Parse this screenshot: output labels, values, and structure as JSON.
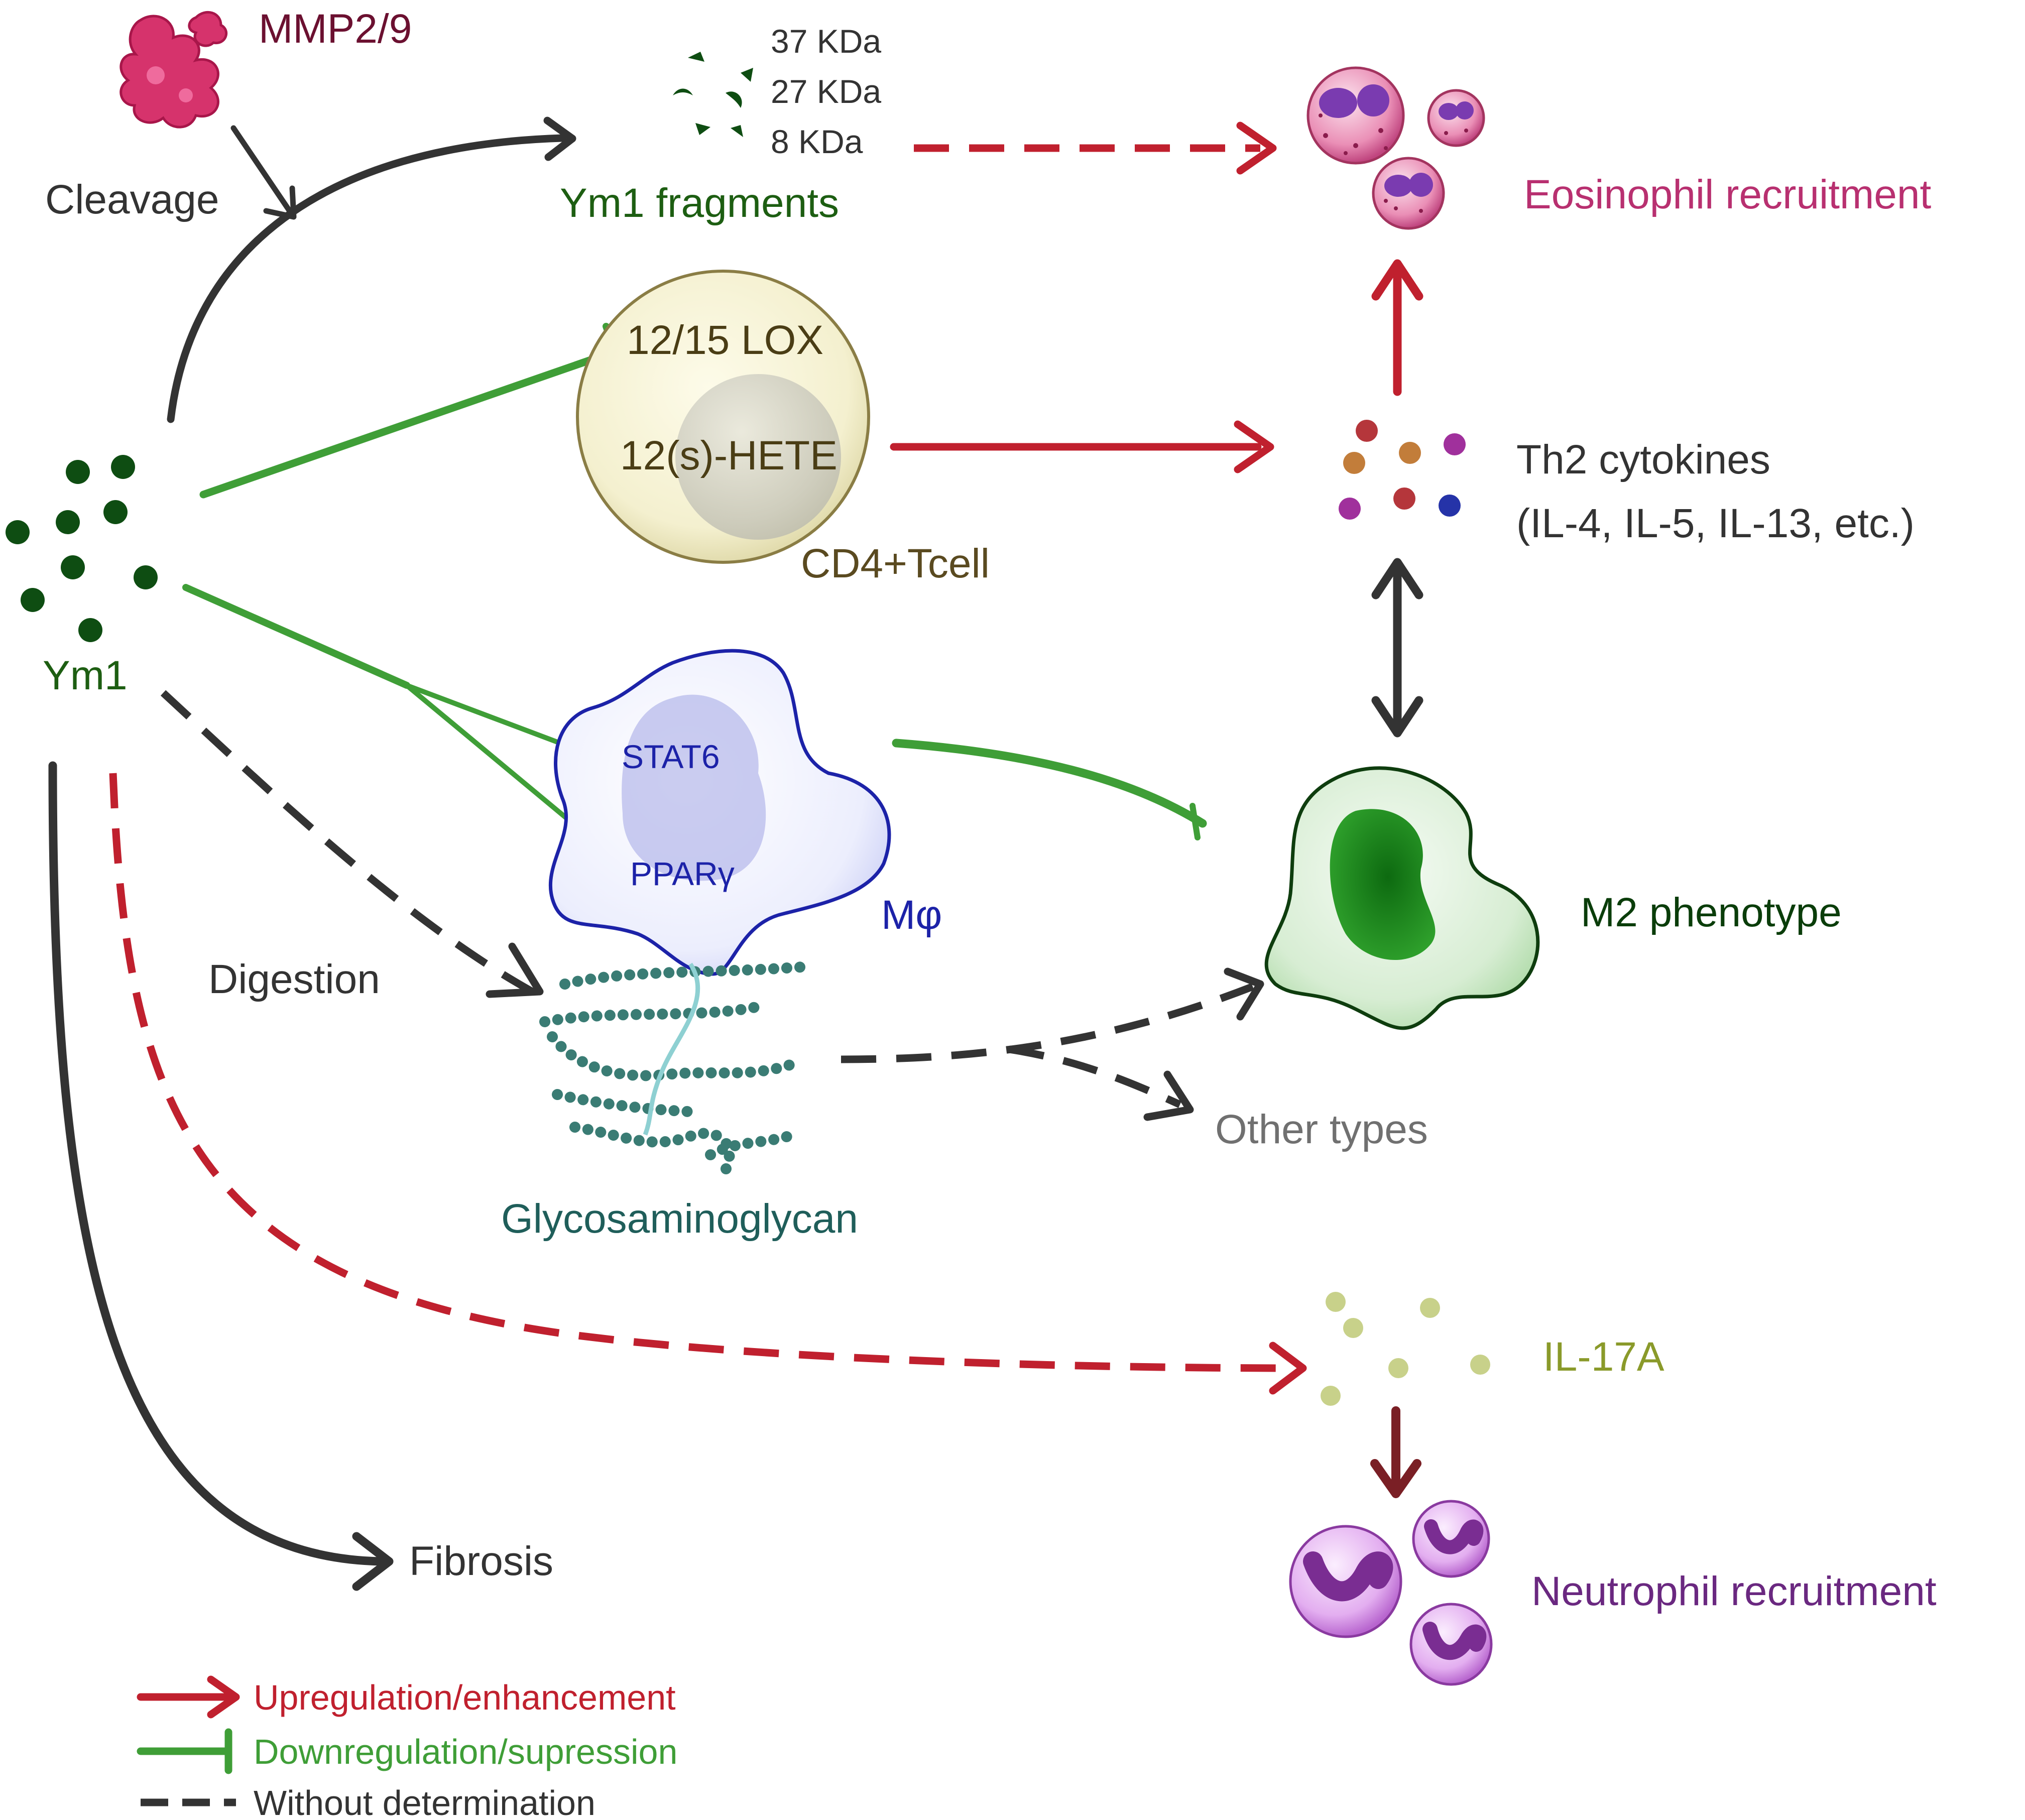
{
  "labels": {
    "mmp": "MMP2/9",
    "cleavage": "Cleavage",
    "kda37": "37 KDa",
    "kda27": "27 KDa",
    "kda8": "8 KDa",
    "fragments": "Ym1 fragments",
    "eosinophil": "Eosinophil recruitment",
    "lox": "12/15 LOX",
    "hete": "12(s)-HETE",
    "tcell": "CD4+Tcell",
    "th2_title": "Th2 cytokines",
    "th2_list": "(IL-4, IL-5, IL-13, etc.)",
    "ym1": "Ym1",
    "stat6": "STAT6",
    "ppar": "PPARγ",
    "mphi": "Mφ",
    "m2": "M2 phenotype",
    "digestion": "Digestion",
    "gag": "Glycosaminoglycan",
    "other_types": "Other types",
    "il17a": "IL-17A",
    "fibrosis": "Fibrosis",
    "neutrophil": "Neutrophil recruitment"
  },
  "legend": {
    "up": "Upregulation/enhancement",
    "down": "Downregulation/supression",
    "undetermined": "Without determination"
  },
  "colors": {
    "up": "#c0202e",
    "down": "#3f9e37",
    "undetermined": "#333333",
    "ym1": "#0e4d12",
    "eosinophil_text": "#b83070",
    "mmp_text": "#6b1030",
    "tcell_text": "#5a4a20",
    "macrophage_text": "#1c22a8",
    "m2_text": "#0a3d0a",
    "gag_text": "#1f5e5a",
    "il17_text": "#8a9a2a",
    "neutrophil_text": "#6a2880",
    "other_text": "#707070"
  }
}
